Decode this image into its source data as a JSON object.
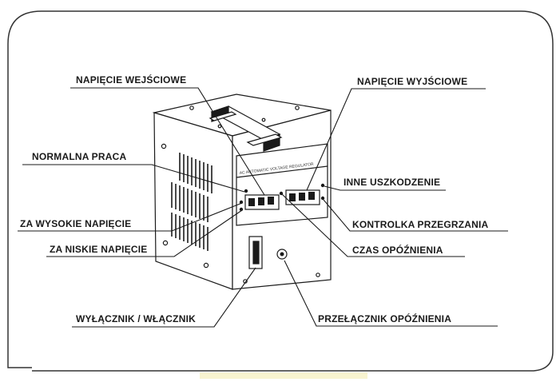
{
  "device": {
    "panel_text": "AC AUTOMATIC VOLTAGE REGULATOR"
  },
  "labels": {
    "napiecie_wejsciowe": "NAPIĘCIE WEJŚCIOWE",
    "napiecie_wyjsciowe": "NAPIĘCIE WYJŚCIOWE",
    "normalna_praca": "NORMALNA PRACA",
    "inne_uszkodzenie": "INNE USZKODZENIE",
    "za_wysokie_napiecie": "ZA WYSOKIE NAPIĘCIE",
    "kontrolka_przegrzania": "KONTROLKA PRZEGRZANIA",
    "za_niskie_napiecie": "ZA NISKIE NAPIĘCIE",
    "czas_opoznienia": "CZAS OPÓŹNIENIA",
    "wylacznik": "WYŁĄCZNIK / WŁĄCZNIK",
    "przelacznik_opoznienia": "PRZEŁĄCZNIK OPÓŹNIENIA"
  },
  "colors": {
    "line": "#1a1a1a",
    "frame": "#333333",
    "footer_accent": "#f2e9a0"
  }
}
